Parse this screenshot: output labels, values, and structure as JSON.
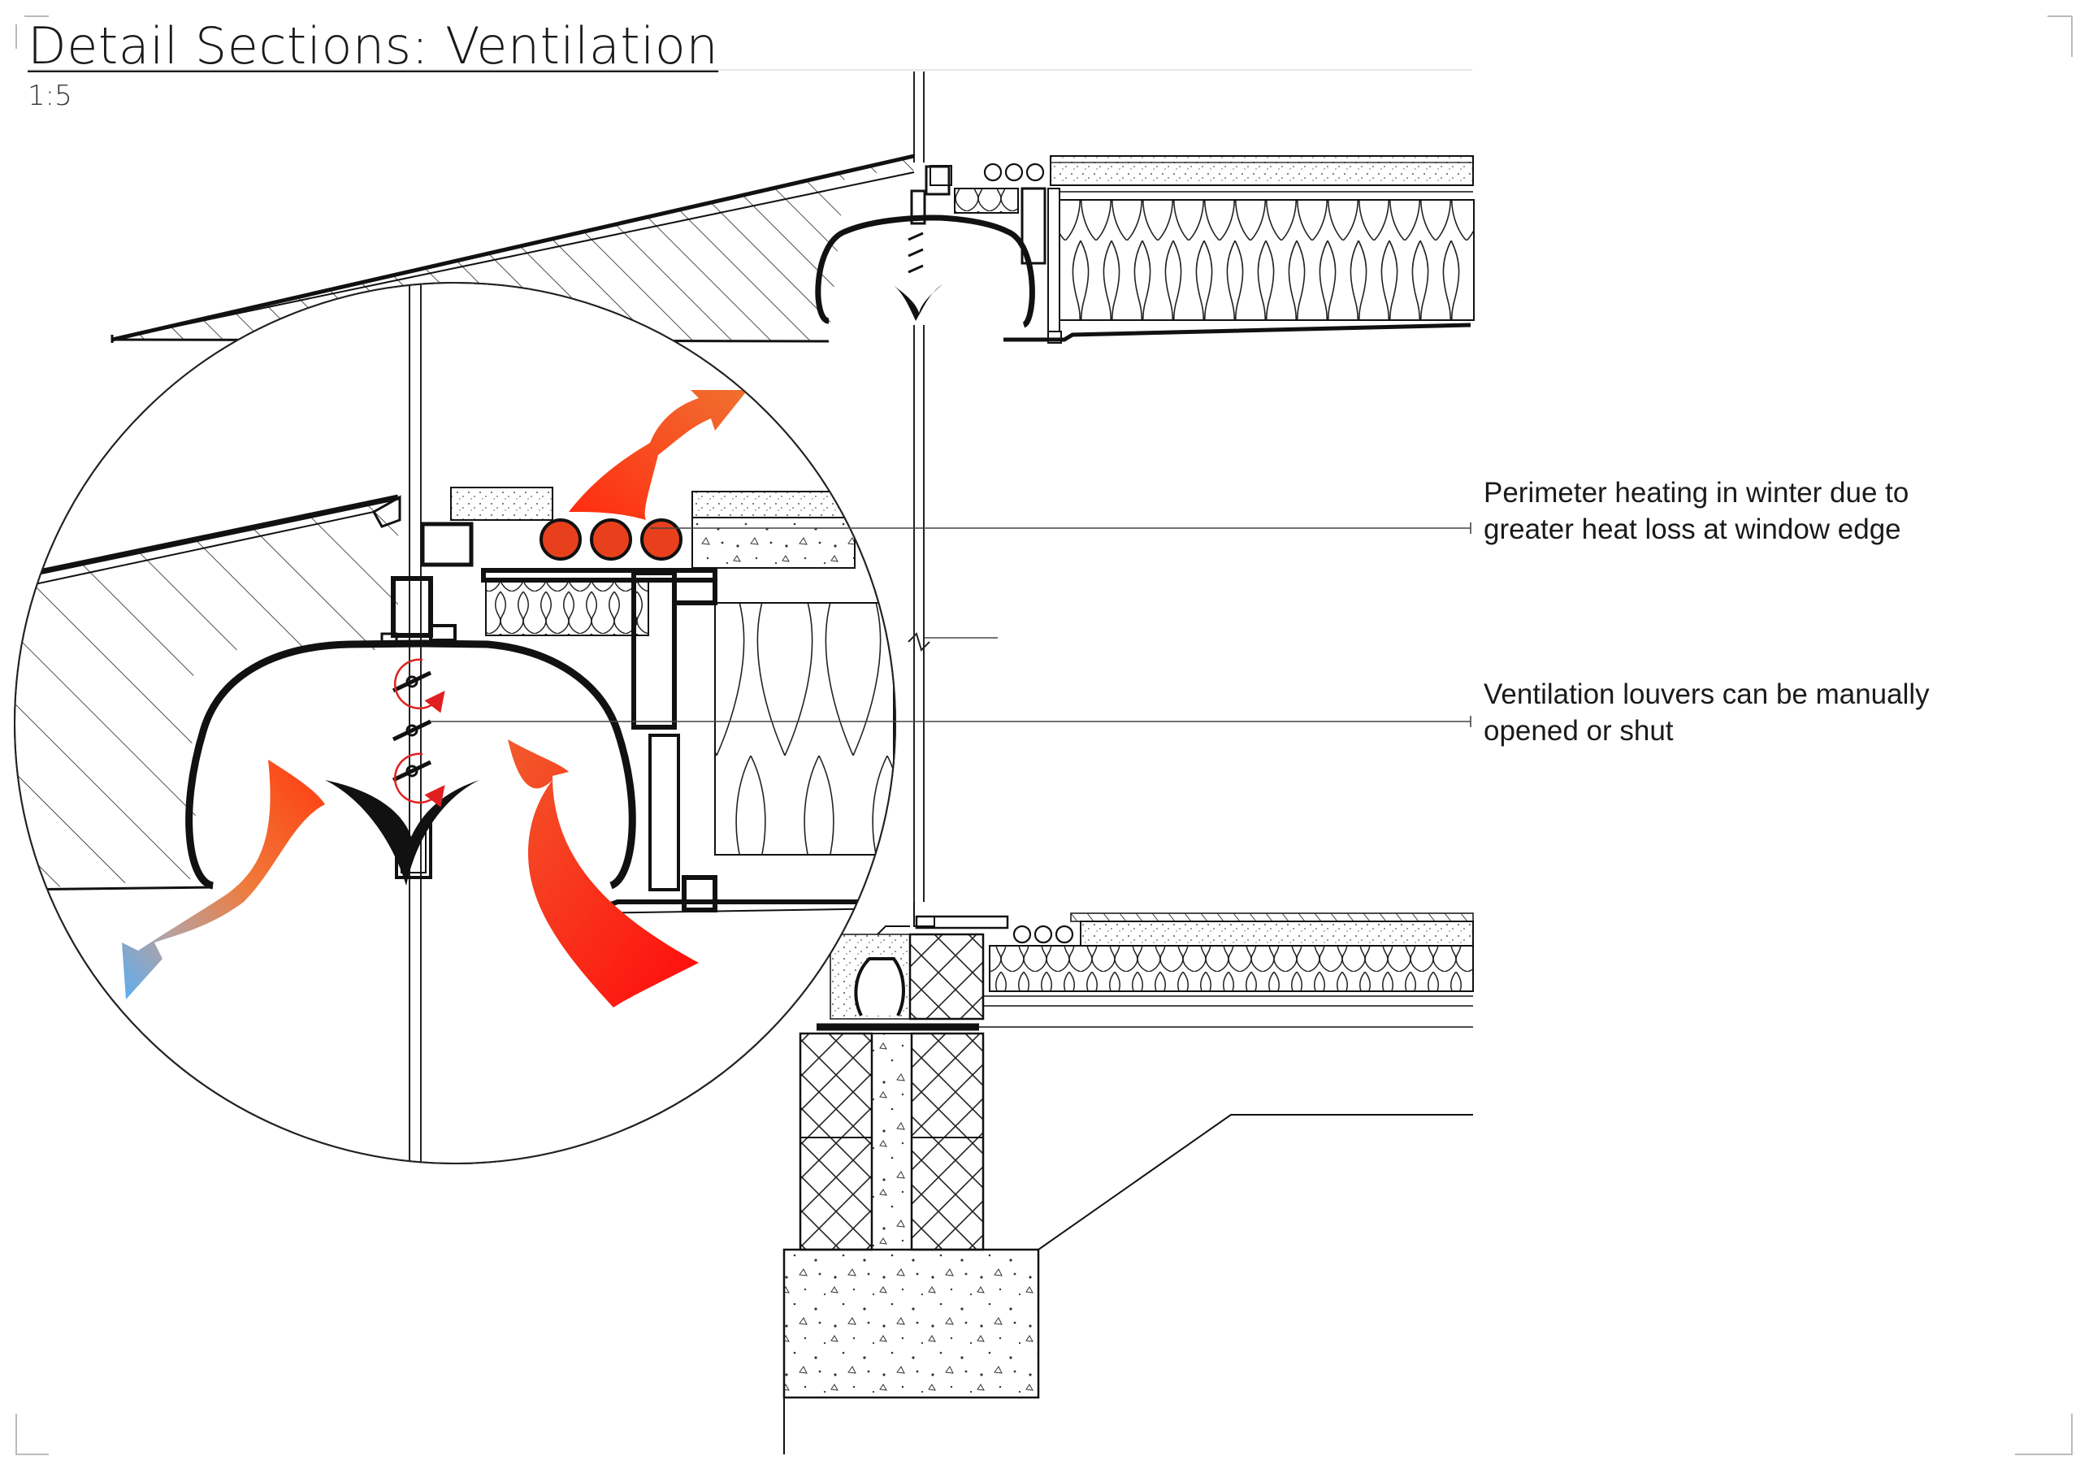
{
  "sheet": {
    "title": "Detail Sections: Ventilation",
    "scale": "1:5"
  },
  "annotations": [
    {
      "text": "Perimeter heating in winter due to greater heat loss at window edge"
    },
    {
      "text": "Ventilation louvers can be manually opened or shut"
    }
  ],
  "colors": {
    "line": "#000000",
    "hatch": "#222222",
    "heating_pipe": "#e8401c",
    "warm_air": "#f05a1a",
    "hot_air": "#ff1a1a",
    "cool_air": "#6ab4ec",
    "rotation_arrow": "#e02020"
  }
}
